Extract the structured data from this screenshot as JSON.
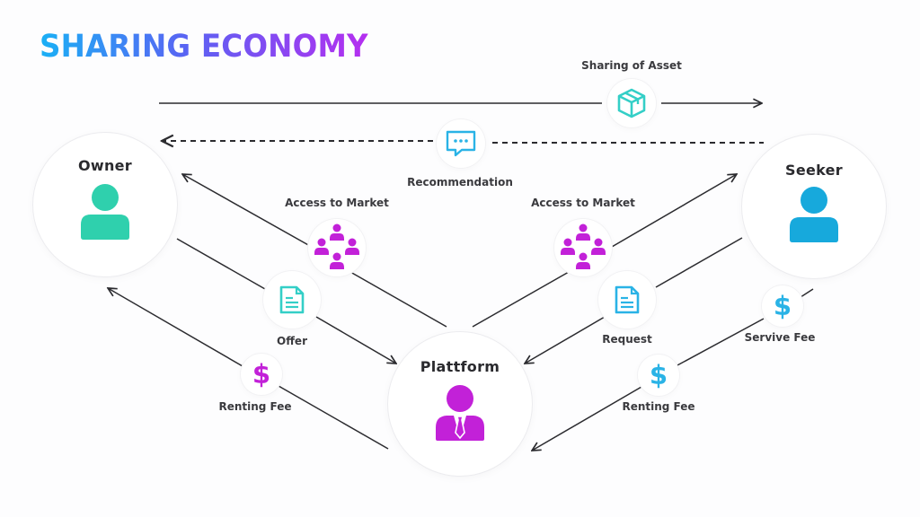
{
  "title": "SHARING ECONOMY",
  "colors": {
    "owner": "#2fd0ad",
    "seeker": "#17a9dc",
    "platform": "#c221d8",
    "teal_icon": "#34cfc7",
    "blue_icon": "#2ab3e6",
    "line": "#2b2b2f"
  },
  "nodes": {
    "owner": {
      "label": "Owner",
      "icon": "person-icon"
    },
    "seeker": {
      "label": "Seeker",
      "icon": "person-icon"
    },
    "platform": {
      "label": "Plattform",
      "icon": "businessman-icon"
    }
  },
  "flows": {
    "sharing_of_asset": {
      "label": "Sharing of Asset",
      "icon": "box-icon",
      "from": "Owner",
      "to": "Seeker",
      "style": "solid"
    },
    "recommendation": {
      "label": "Recommendation",
      "icon": "chat-bubble-icon",
      "from": "Seeker",
      "to": "Owner",
      "style": "dashed"
    },
    "access_market_owner": {
      "label": "Access to Market",
      "icon": "network-people-icon",
      "from": "Plattform",
      "to": "Owner"
    },
    "access_market_seeker": {
      "label": "Access to Market",
      "icon": "network-people-icon",
      "from": "Plattform",
      "to": "Seeker"
    },
    "offer": {
      "label": "Offer",
      "icon": "document-icon",
      "from": "Owner",
      "to": "Plattform"
    },
    "request": {
      "label": "Request",
      "icon": "document-icon",
      "from": "Seeker",
      "to": "Plattform"
    },
    "renting_fee_owner": {
      "label": "Renting Fee",
      "icon": "dollar-icon",
      "symbol": "$",
      "from": "Plattform",
      "to": "Owner"
    },
    "renting_fee_seeker": {
      "label": "Renting Fee",
      "icon": "dollar-icon",
      "symbol": "$",
      "from": "Seeker",
      "to": "Plattform"
    },
    "service_fee": {
      "label": "Servive Fee",
      "icon": "dollar-icon",
      "symbol": "$",
      "from": "Seeker",
      "to": "Plattform"
    }
  }
}
